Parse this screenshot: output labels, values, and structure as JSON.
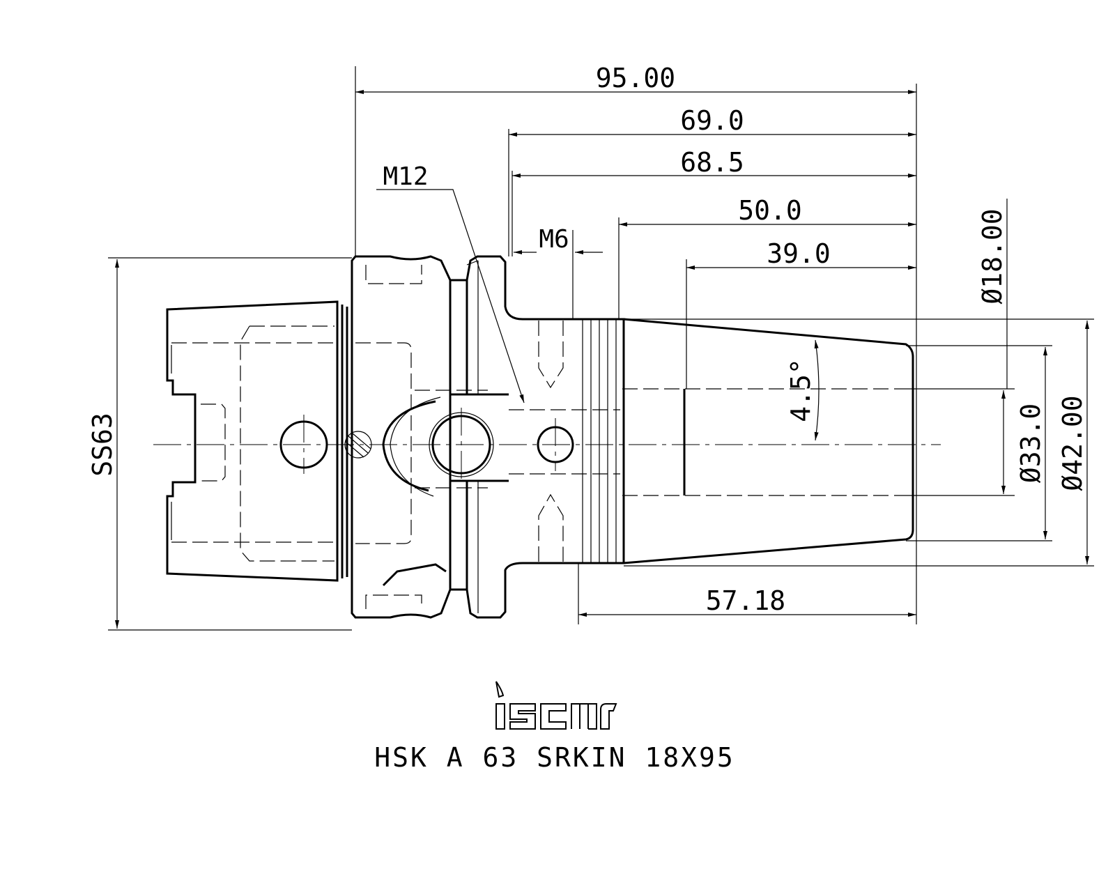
{
  "dimensions": {
    "overall_length": "95.00",
    "length_69": "69.0",
    "length_68": "68.5",
    "length_50": "50.0",
    "length_39": "39.0",
    "length_57": "57.18",
    "dia_18": "Ø18.00",
    "dia_33": "Ø33.0",
    "dia_42": "Ø42.00",
    "angle": "4.5°",
    "spindle": "SS63"
  },
  "threads": {
    "m12": "M12",
    "m6": "M6"
  },
  "brand": {
    "logo": "iscar"
  },
  "designation": "HSK A 63 SRKIN 18X95"
}
